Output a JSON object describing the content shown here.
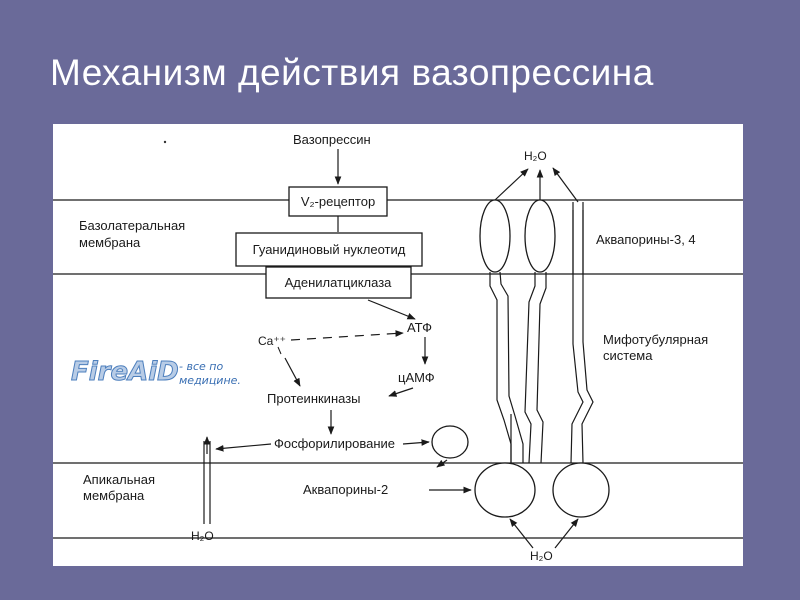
{
  "slide": {
    "title": "Механизм действия вазопрессина"
  },
  "diagram": {
    "vasopressin": "Вазопрессин",
    "v2_receptor": "V₂-рецептор",
    "guanidine_nucleotide": "Гуанидиновый нуклеотид",
    "adenylate_cyclase": "Аденилатциклаза",
    "atp": "АТФ",
    "camp": "цАМФ",
    "calcium": "Ca⁺⁺",
    "protein_kinases": "Протеинкиназы",
    "phosphorylation": "Фосфорилирование",
    "aquaporin_2": "Аквапорины-2",
    "aquaporin_3_4": "Аквапорины-3, 4",
    "basolateral_line1": "Базолатеральная",
    "basolateral_line2": "мембрана",
    "apical_line1": "Апикальная",
    "apical_line2": "мембрана",
    "microtubular_line1": "Мифотубулярная",
    "microtubular_line2": "система",
    "water_top": "H₂O",
    "water_bottom_left": "H₂O",
    "water_bottom_right": "H₂O"
  },
  "watermark": {
    "logo": "FireAiD",
    "tagline_line1": "- все по",
    "tagline_line2": "медицине."
  }
}
